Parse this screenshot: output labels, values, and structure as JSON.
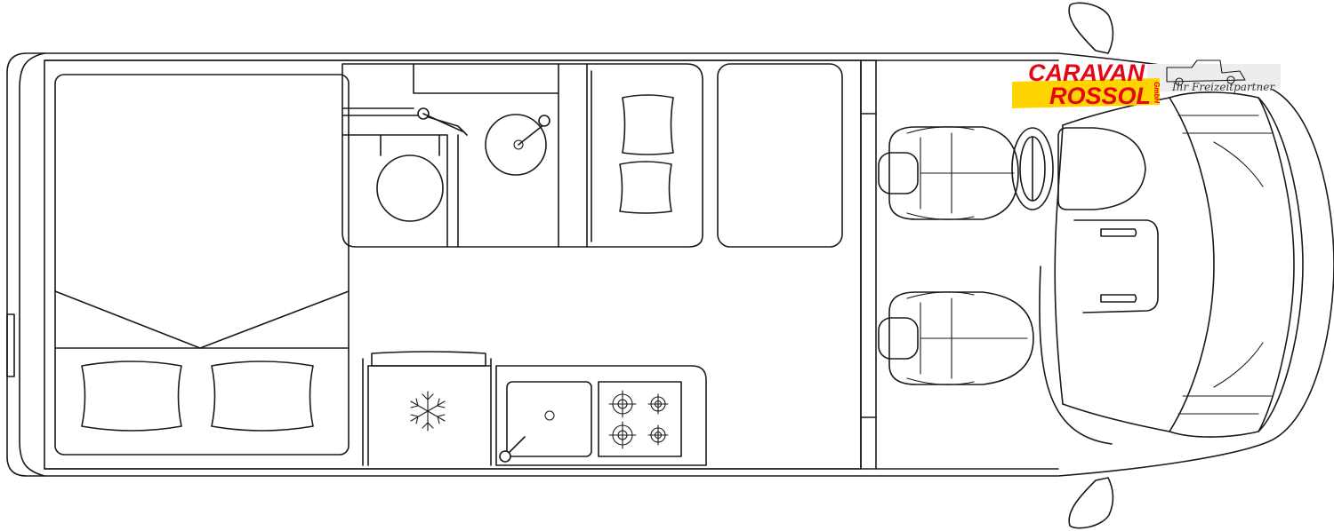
{
  "logo": {
    "line1": "CARAVAN",
    "line2": "ROSSOL",
    "suffix": "GmbH",
    "tagline": "Ihr Freizeitpartner",
    "colors": {
      "text": "#e30613",
      "highlight": "#ffd400",
      "banner": "#ededed"
    }
  },
  "plan": {
    "stroke_color": "#1a1a1a",
    "background": "#ffffff"
  }
}
